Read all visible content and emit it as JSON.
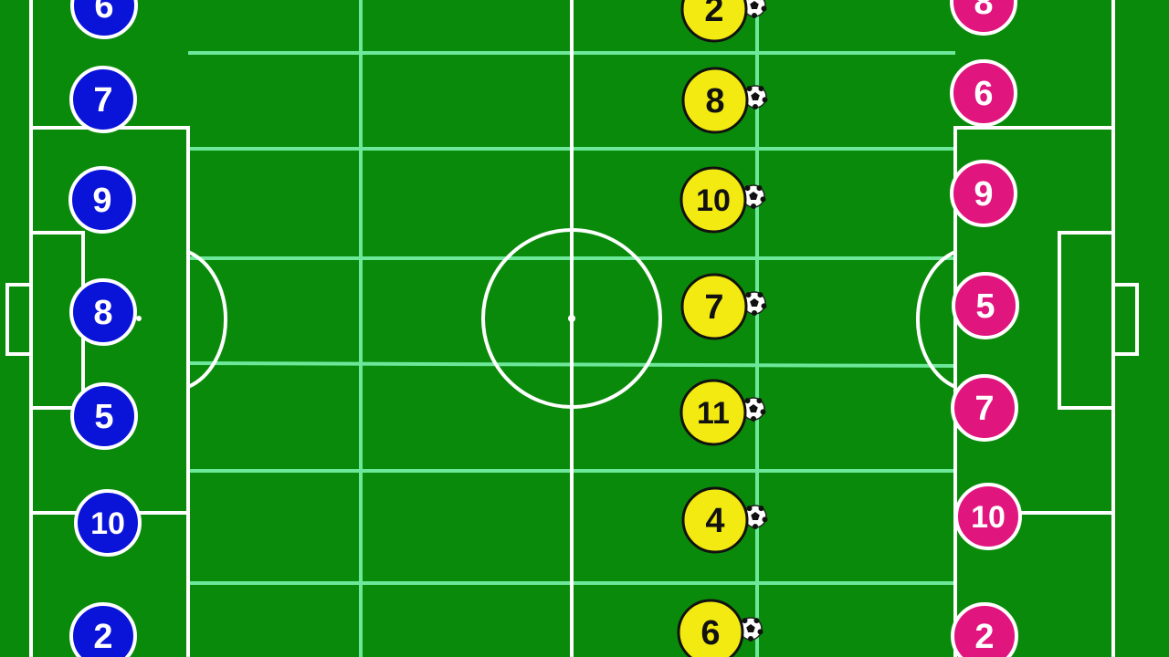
{
  "colors": {
    "pitch": "#0a8a0a",
    "pitch_lines": "#ffffff",
    "grid_lines": "#6de89a",
    "team_blue": "#0a14d8",
    "team_pink": "#e0157e",
    "team_yellow": "#f2ea10"
  },
  "teams": {
    "blue": {
      "color_name": "blue",
      "players": [
        "6",
        "7",
        "9",
        "8",
        "5",
        "10",
        "2"
      ]
    },
    "yellow": {
      "color_name": "yellow",
      "players": [
        "2",
        "8",
        "10",
        "7",
        "11",
        "4",
        "6"
      ],
      "has_ball_icons": true
    },
    "pink": {
      "color_name": "pink",
      "players": [
        "8",
        "6",
        "9",
        "5",
        "7",
        "10",
        "2"
      ]
    }
  }
}
